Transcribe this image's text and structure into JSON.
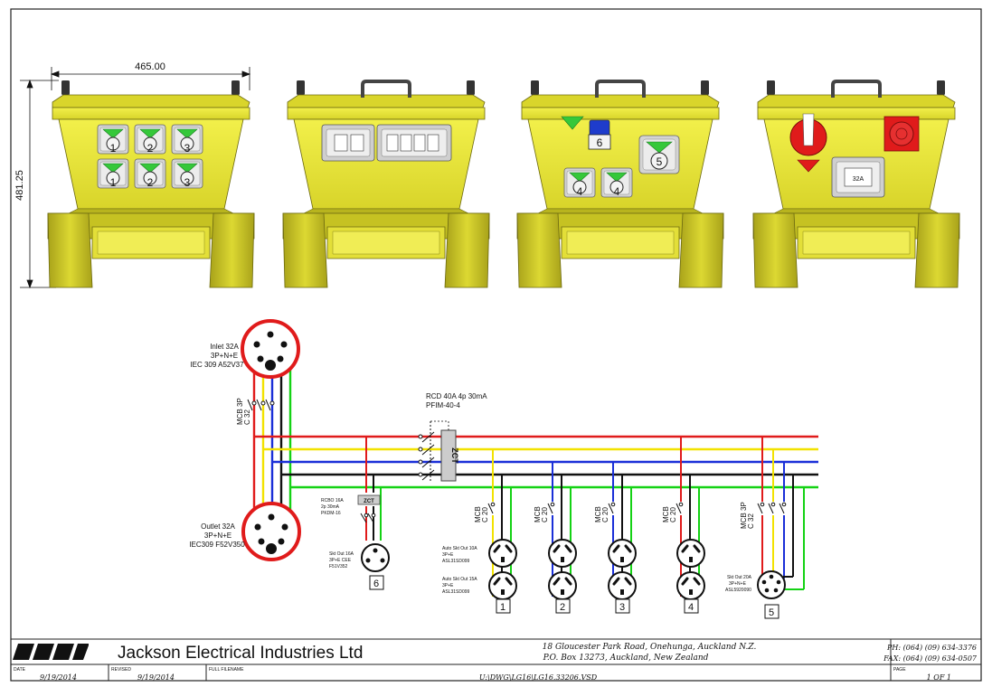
{
  "dimensions": {
    "width_label": "465.00",
    "height_label": "481.25"
  },
  "views": {
    "view1": {
      "top_row": [
        "1",
        "2",
        "3"
      ],
      "bottom_row": [
        "1",
        "2",
        "3"
      ]
    },
    "view2": {
      "modules": [
        "",
        "",
        ""
      ]
    },
    "view3": {
      "labels": [
        "6",
        "5",
        "4",
        "4"
      ]
    },
    "view4": {
      "rcd_label": "32A"
    }
  },
  "schematic": {
    "inlet": {
      "line1": "Inlet 32A",
      "line2": "3P+N+E",
      "line3": "IEC 309 A52V37"
    },
    "outlet": {
      "line1": "Outlet 32A",
      "line2": "3P+N+E",
      "line3": "IEC309 F52V350"
    },
    "main_mcb": {
      "line1": "MCB 3P",
      "line2": "C 32"
    },
    "rcd": {
      "line1": "RCD 40A 4p 30mA",
      "line2": "PFIM-40-4",
      "zct": "ZCT"
    },
    "rcbo": {
      "line1": "RCBO 16A",
      "line2": "2p 30mA",
      "line3": "PKDM-16",
      "zct": "ZCT"
    },
    "mcb_c20": [
      "MCB",
      "C 20"
    ],
    "mcb_c32": [
      "MCB 3P",
      "C 32"
    ],
    "socket6_label": [
      "Skt Out 16A",
      "3P+E CEE",
      "F51V352"
    ],
    "auto_skt1": [
      "Auto Skt Out 10A",
      "3P+E",
      "ASL31SD099"
    ],
    "auto_skt2": [
      "Auto Skt Out 15A",
      "3P+E",
      "ASL31SD099"
    ],
    "socket5_label": [
      "Skt Out 20A",
      "3P+N+E",
      "ASL5920090"
    ],
    "circuit_numbers": [
      "6",
      "1",
      "2",
      "3",
      "4",
      "5"
    ]
  },
  "title_block": {
    "company": "Jackson Electrical Industries Ltd",
    "address1": "18 Gloucester Park Road, Onehunga, Auckland N.Z.",
    "address2": "P.O. Box 13273, Auckland, New Zealand",
    "phone": "PH: (064) (09) 634-3376",
    "fax": "FAX: (064) (09) 634-0507",
    "date_label": "DATE",
    "date_value": "9/19/2014",
    "revised_label": "REVISED",
    "revised_value": "9/19/2014",
    "filename_label": "FULL FILENAME",
    "filename_value": "U:\\DWG\\LG16\\LG16.33206.VSD",
    "page_label": "PAGE",
    "page_value": "1 OF 1"
  },
  "colors": {
    "yellow": "#ecea3c",
    "yellow_dark": "#c9c51f",
    "red": "#e01b1b",
    "blue": "#1a2fd8",
    "green": "#14d214",
    "black": "#111111"
  }
}
